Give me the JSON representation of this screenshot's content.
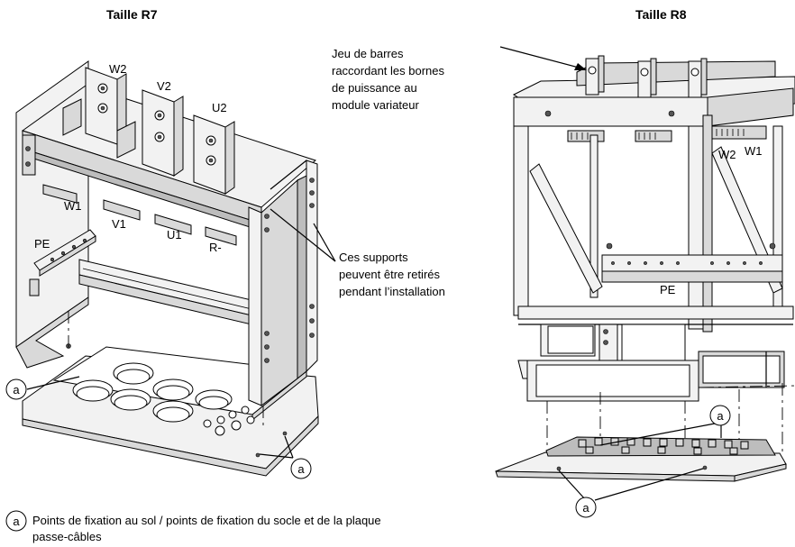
{
  "titles": {
    "left": "Taille R7",
    "right": "Taille R8"
  },
  "r7_labels": {
    "w2": "W2",
    "v2": "V2",
    "u2": "U2",
    "w1": "W1",
    "v1": "V1",
    "u1": "U1",
    "pe": "PE",
    "r_minus": "R-"
  },
  "r8_labels": {
    "w2": "W2",
    "w1": "W1",
    "pe": "PE"
  },
  "callouts": {
    "busbars": [
      "Jeu de barres",
      "raccordant les bornes",
      "de puissance au",
      "module variateur"
    ],
    "supports": [
      "Ces supports",
      "peuvent être retirés",
      "pendant l’installation"
    ]
  },
  "marker": "a",
  "legend": {
    "marker": "a",
    "text_line1": "Points de fixation au sol / points de fixation du socle et de la plaque",
    "text_line2": "passe-câbles"
  }
}
